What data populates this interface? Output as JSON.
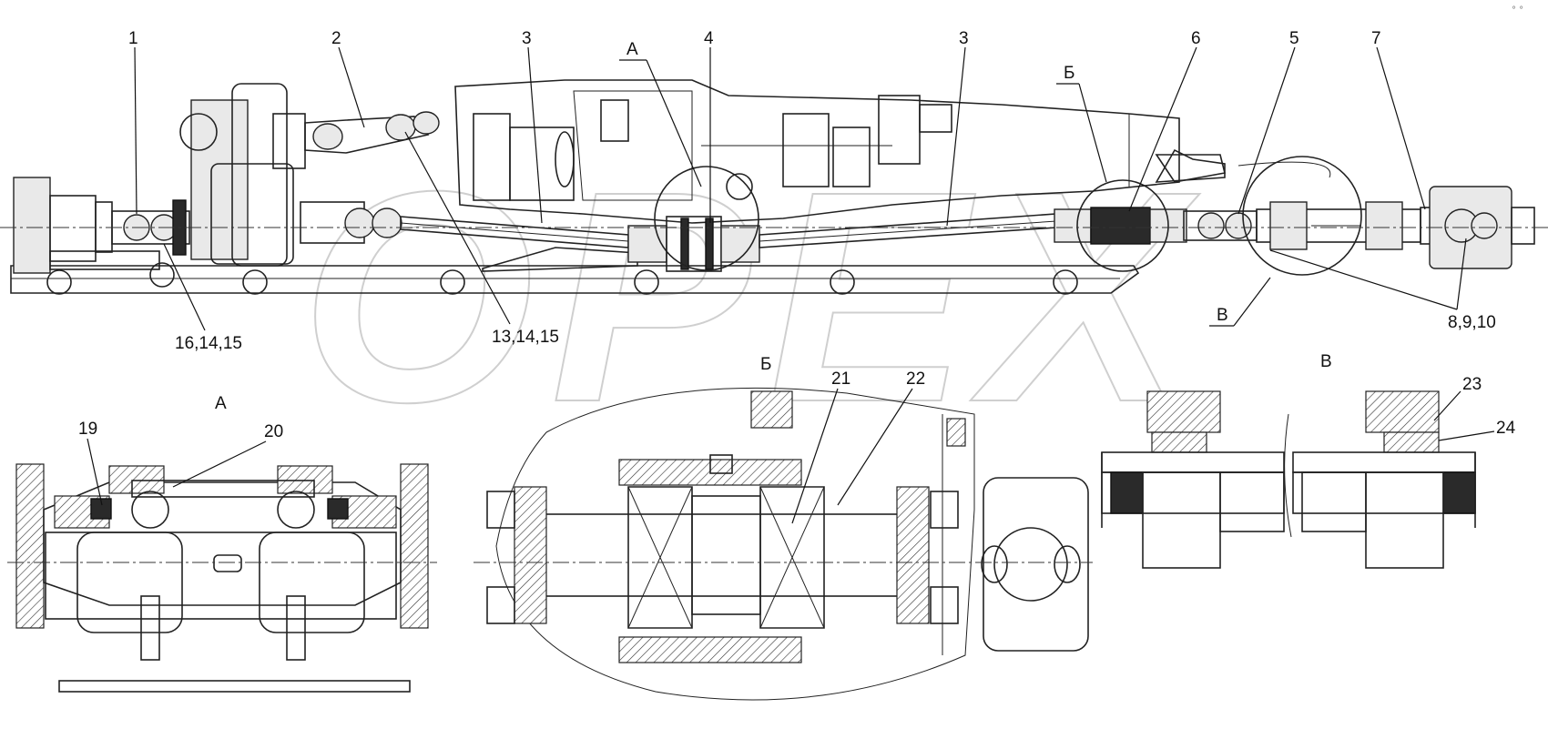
{
  "watermark": "ОРЕХ",
  "top_view": {
    "callouts": [
      "1",
      "2",
      "3",
      "А",
      "4",
      "3",
      "Б",
      "6",
      "5",
      "7",
      "В",
      "8,9,10",
      "16,14,15",
      "13,14,15"
    ]
  },
  "views": {
    "a": {
      "title": "А",
      "callouts": [
        "19",
        "20"
      ]
    },
    "b": {
      "title": "Б",
      "callouts": [
        "21",
        "22"
      ]
    },
    "v": {
      "title": "В",
      "callouts": [
        "23",
        "24"
      ]
    }
  },
  "corner_mark": "° °"
}
